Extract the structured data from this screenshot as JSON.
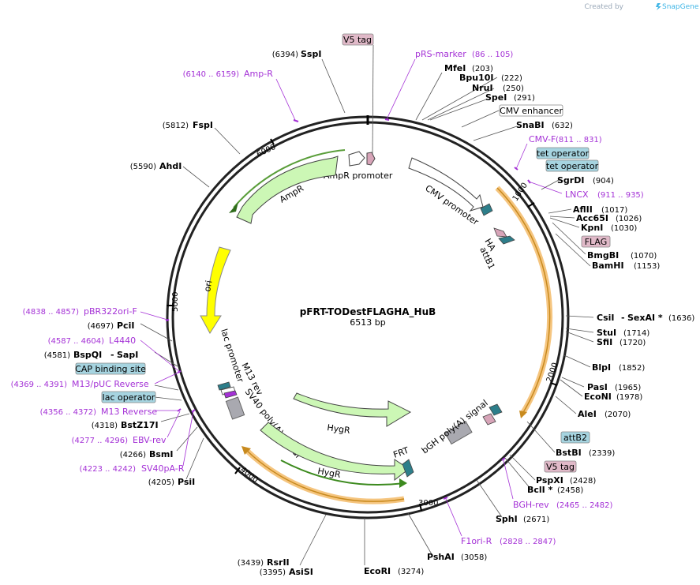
{
  "credit": {
    "prefix": "Created by",
    "brand": "SnapGene"
  },
  "plasmid": {
    "name": "pFRT-TODestFLAGHA_HuB",
    "length": "6513 bp"
  },
  "ticks": [
    "1000",
    "2000",
    "3000",
    "4000",
    "5000",
    "6000"
  ],
  "enzymes": [
    {
      "name": "SspI",
      "pos": "(6394)"
    },
    {
      "name": "FspI",
      "pos": "(5812)"
    },
    {
      "name": "AhdI",
      "pos": "(5590)"
    },
    {
      "name": "MfeI",
      "pos": "(203)"
    },
    {
      "name": "Bpu10I",
      "pos": "(222)"
    },
    {
      "name": "NruI",
      "pos": "(250)"
    },
    {
      "name": "SpeI",
      "pos": "(291)"
    },
    {
      "name": "SnaBI",
      "pos": "(632)"
    },
    {
      "name": "SgrDI",
      "pos": "(904)"
    },
    {
      "name": "AflII",
      "pos": "(1017)"
    },
    {
      "name": "Acc65I",
      "pos": "(1026)"
    },
    {
      "name": "KpnI",
      "pos": "(1030)"
    },
    {
      "name": "BmgBI",
      "pos": "(1070)"
    },
    {
      "name": "BamHI",
      "pos": "(1153)"
    },
    {
      "name": "CsiI",
      "pos": ""
    },
    {
      "name": "SexAI *",
      "pos": "(1636)"
    },
    {
      "name": "StuI",
      "pos": "(1714)"
    },
    {
      "name": "SfiI",
      "pos": "(1720)"
    },
    {
      "name": "BlpI",
      "pos": "(1852)"
    },
    {
      "name": "PasI",
      "pos": "(1965)"
    },
    {
      "name": "EcoNI",
      "pos": "(1978)"
    },
    {
      "name": "AleI",
      "pos": "(2070)"
    },
    {
      "name": "BstBI",
      "pos": "(2339)"
    },
    {
      "name": "PspXI",
      "pos": "(2428)"
    },
    {
      "name": "BclI *",
      "pos": "(2458)"
    },
    {
      "name": "SphI",
      "pos": "(2671)"
    },
    {
      "name": "PshAI",
      "pos": "(3058)"
    },
    {
      "name": "EcoRI",
      "pos": "(3274)"
    },
    {
      "name": "RsrII",
      "pos": "(3439)"
    },
    {
      "name": "AsiSI",
      "pos": "(3395)"
    },
    {
      "name": "PsiI",
      "pos": "(4205)"
    },
    {
      "name": "BsmI",
      "pos": "(4266)"
    },
    {
      "name": "BstZ17I",
      "pos": "(4318)"
    },
    {
      "name": "BspQI",
      "pos": "(4581)"
    },
    {
      "name": "SapI",
      "pos": ""
    },
    {
      "name": "PciI",
      "pos": "(4697)"
    }
  ],
  "primers": [
    {
      "name": "Amp-R",
      "range": "(6140 .. 6159)"
    },
    {
      "name": "pRS-marker",
      "range": "(86 .. 105)"
    },
    {
      "name": "CMV-F",
      "range": "(811 .. 831)"
    },
    {
      "name": "LNCX",
      "range": "(911 .. 935)"
    },
    {
      "name": "BGH-rev",
      "range": "(2465 .. 2482)"
    },
    {
      "name": "F1ori-R",
      "range": "(2828 .. 2847)"
    },
    {
      "name": "SV40pA-R",
      "range": "(4223 .. 4242)"
    },
    {
      "name": "EBV-rev",
      "range": "(4277 .. 4296)"
    },
    {
      "name": "M13 Reverse",
      "range": "(4356 .. 4372)"
    },
    {
      "name": "M13/pUC Reverse",
      "range": "(4369 .. 4391)"
    },
    {
      "name": "L4440",
      "range": "(4587 .. 4604)"
    },
    {
      "name": "pBR322ori-F",
      "range": "(4838 .. 4857)"
    }
  ],
  "boxes": {
    "v5_tag_top": "V5 tag",
    "cmv_enhancer": "CMV enhancer",
    "tet_operator_1": "tet operator",
    "tet_operator_2": "tet operator",
    "flag": "FLAG",
    "attb2": "attB2",
    "v5_tag_bottom": "V5 tag",
    "cap_binding_site": "CAP binding site",
    "lac_operator": "lac operator"
  },
  "features": {
    "ampr_promoter": "AmpR promoter",
    "ampr": "AmpR",
    "ori": "ori",
    "cmv_promoter": "CMV promoter",
    "ha": "HA",
    "attb1": "attB1",
    "lac_promoter": "lac promoter",
    "m13_rev": "M13 rev",
    "sv40_polya": "SV40 poly(A) signal",
    "hygr_inner": "HygR",
    "hygr_outer": "HygR",
    "frt": "FRT",
    "bgh_polya": "bGH poly(A) signal"
  },
  "colors": {
    "backbone": "#222222",
    "promoter": "#ffffff",
    "cds_green": "#ccf7b5",
    "ori_yellow": "#ffff00",
    "orange_arc": "#f5c57f",
    "teal_feature": "#2d7e8a",
    "pink_feature": "#d7a4b8",
    "blue_box": "#a6d4e0",
    "pink_box": "#e0b9c8",
    "primer_purple": "#a431d6"
  }
}
